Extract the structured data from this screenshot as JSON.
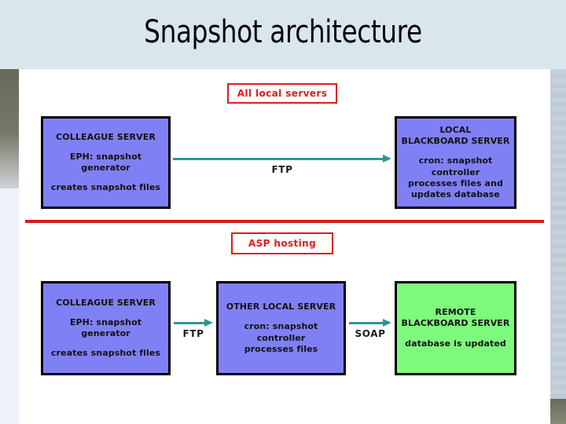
{
  "slide": {
    "title": "Snapshot architecture"
  },
  "tags": {
    "all_local_servers": "All local servers",
    "asp_hosting": "ASP hosting"
  },
  "nodes": {
    "colleague_server_top": {
      "title": "COLLEAGUE SERVER",
      "line2": "EPH: snapshot",
      "line3": "generator",
      "line4": "creates snapshot files",
      "color": "#8080f5"
    },
    "local_blackboard_server": {
      "title_line1": "LOCAL",
      "title_line2": "BLACKBOARD SERVER",
      "line3": "cron: snapshot",
      "line4": "controller",
      "line5": "processes files and",
      "line6": "updates database",
      "color": "#8080f5"
    },
    "colleague_server_bottom": {
      "title": "COLLEAGUE SERVER",
      "line2": "EPH: snapshot",
      "line3": "generator",
      "line4": "creates snapshot files",
      "color": "#8080f5"
    },
    "other_local_server": {
      "title": "OTHER LOCAL SERVER",
      "line2": "cron: snapshot",
      "line3": "controller",
      "line4": "processes files",
      "color": "#8080f5"
    },
    "remote_blackboard_server": {
      "title_line1": "REMOTE",
      "title_line2": "BLACKBOARD SERVER",
      "line3": "database is updated",
      "color": "#7dfb7d"
    }
  },
  "arrows": {
    "ftp_top": "FTP",
    "ftp_bottom": "FTP",
    "soap": "SOAP"
  },
  "colors": {
    "header_background": "#d9e6ee",
    "node_purple": "#8080f5",
    "node_green": "#7dfb7d",
    "accent_red": "#e01b1b",
    "arrow_teal": "#2e9690"
  }
}
